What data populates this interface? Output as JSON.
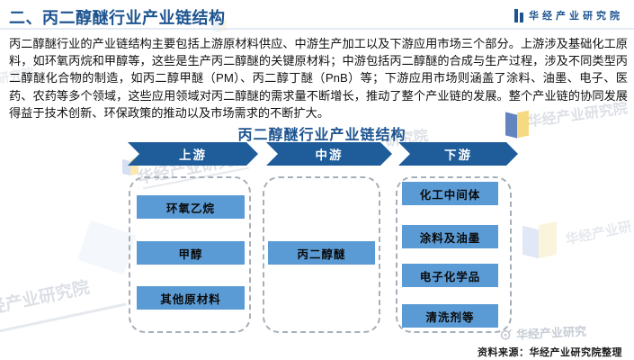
{
  "header": {
    "title": "二、丙二醇醚行业产业链结构",
    "brand": "华经产业研究院"
  },
  "body_paragraph": "丙二醇醚行业的产业链结构主要包括上游原材料供应、中游生产加工以及下游应用市场三个部分。上游涉及基础化工原料，如环氧丙烷和甲醇等，这些是生产丙二醇醚的关键原材料；中游包括丙二醇醚的合成与生产过程，涉及不同类型丙二醇醚化合物的制造，如丙二醇甲醚（PM）、丙二醇丁醚（PnB）等；下游应用市场则涵盖了涂料、油墨、电子、医药、农药等多个领域，这些应用领域对丙二醇醚的需求量不断增长，推动了整个产业链的发展。整个产业链的协同发展得益于技术创新、环保政策的推动以及市场需求的不断扩大。",
  "diagram": {
    "title": "丙二醇醚行业产业链结构",
    "stages": [
      {
        "label": "上游",
        "items": [
          "环氧乙烷",
          "甲醇",
          "其他原材料"
        ]
      },
      {
        "label": "中游",
        "items": [
          "丙二醇醚"
        ]
      },
      {
        "label": "下游",
        "items": [
          "化工中间体",
          "涂料及油墨",
          "电子化学品",
          "清洗剂等"
        ]
      }
    ]
  },
  "footer": {
    "source": "资料来源：华经产业研究院整理"
  },
  "watermarks": {
    "full": "华经产业研究院",
    "medium": "华经产业研究",
    "short": "华经产业研",
    "tail": "研究院",
    "corner": "经产业研究院"
  },
  "colors": {
    "brand_blue": "#1d5490",
    "arrow_blue": "#1e5c9a",
    "node_blue": "#5b9bd5"
  }
}
